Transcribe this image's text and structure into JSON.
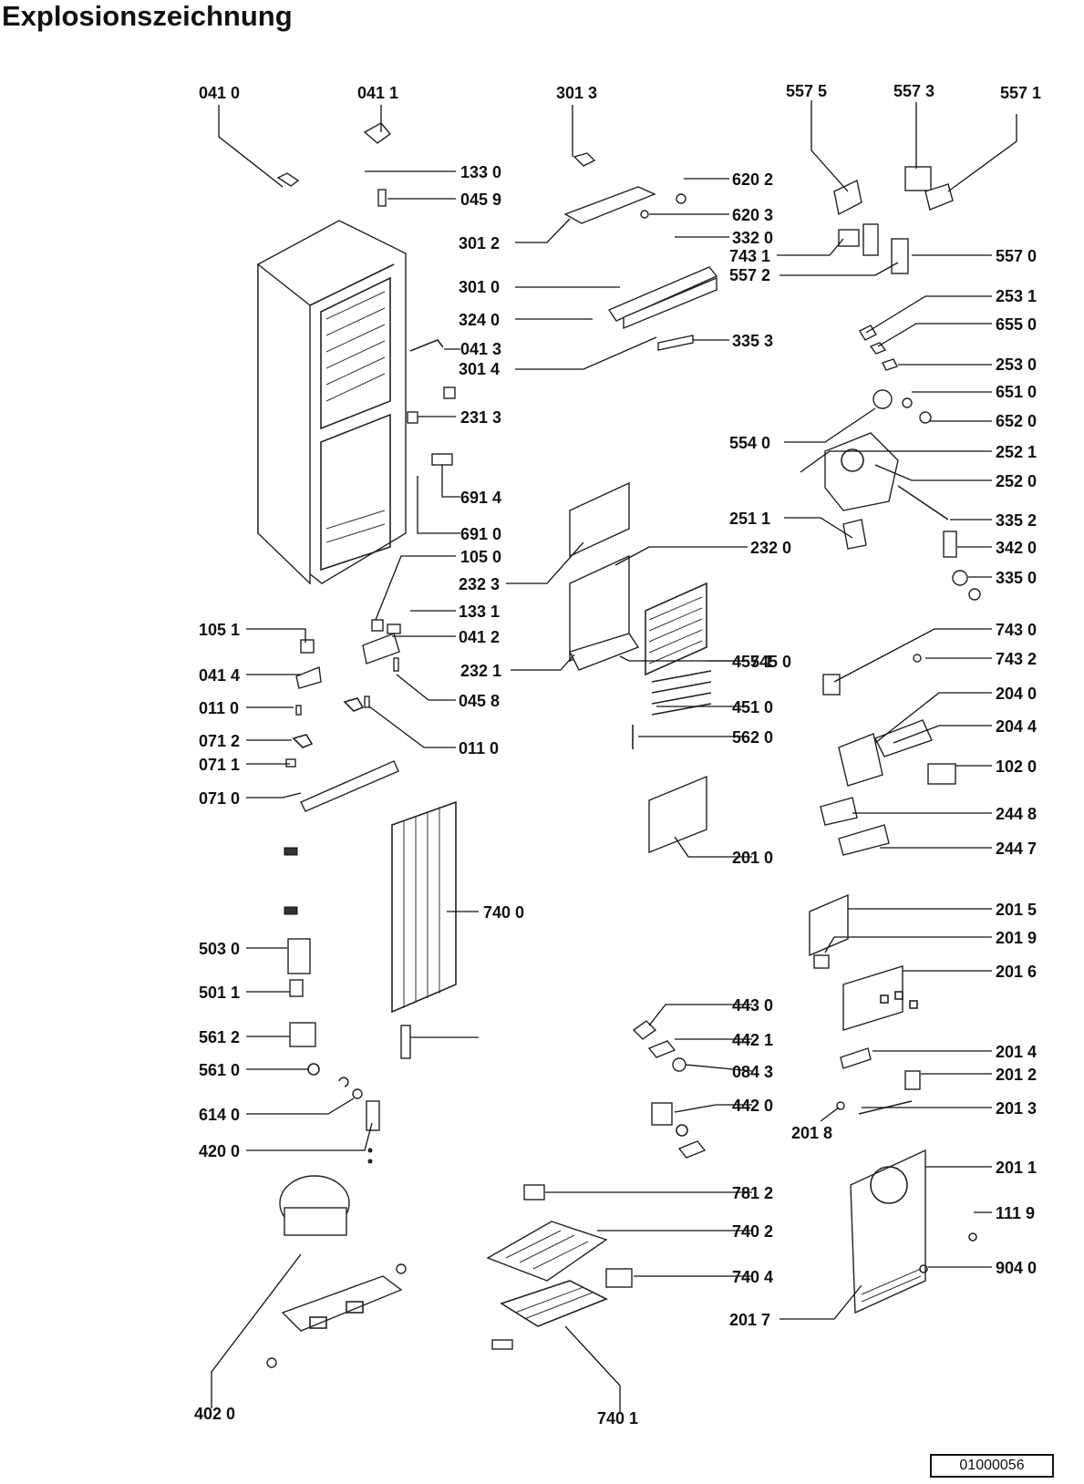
{
  "title": "Explosionszeichnung",
  "drawing_number": "01000056",
  "parts": [
    "041 0",
    "041 1",
    "301 3",
    "557 5",
    "557 3",
    "557 1",
    "133 0",
    "045 9",
    "620 2",
    "620 3",
    "301 2",
    "332 0",
    "743 1",
    "557 0",
    "301 0",
    "557 2",
    "253 1",
    "324 0",
    "041 3",
    "655 0",
    "301 4",
    "335 3",
    "253 0",
    "231 3",
    "651 0",
    "652 0",
    "554 0",
    "252 1",
    "252 0",
    "691 4",
    "335 2",
    "251 1",
    "691 0",
    "342 0",
    "105 0",
    "232 0",
    "232 3",
    "335 0",
    "133 1",
    "105 1",
    "041 2",
    "745 0",
    "743 0",
    "041 4",
    "232 1",
    "455 1",
    "743 2",
    "045 8",
    "204 0",
    "011 0",
    "451 0",
    "011 0",
    "562 0",
    "071 2",
    "204 4",
    "071 1",
    "102 0",
    "071 0",
    "244 8",
    "244 7",
    "201 0",
    "740 0",
    "201 5",
    "503 0",
    "201 9",
    "501 1",
    "201 6",
    "443 0",
    "561 2",
    "442 1",
    "201 4",
    "561 0",
    "084 3",
    "201 2",
    "614 0",
    "442 0",
    "201 3",
    "201 8",
    "420 0",
    "201 1",
    "781 2",
    "111 9",
    "740 2",
    "904 0",
    "740 4",
    "201 7",
    "402 0",
    "740 1"
  ]
}
